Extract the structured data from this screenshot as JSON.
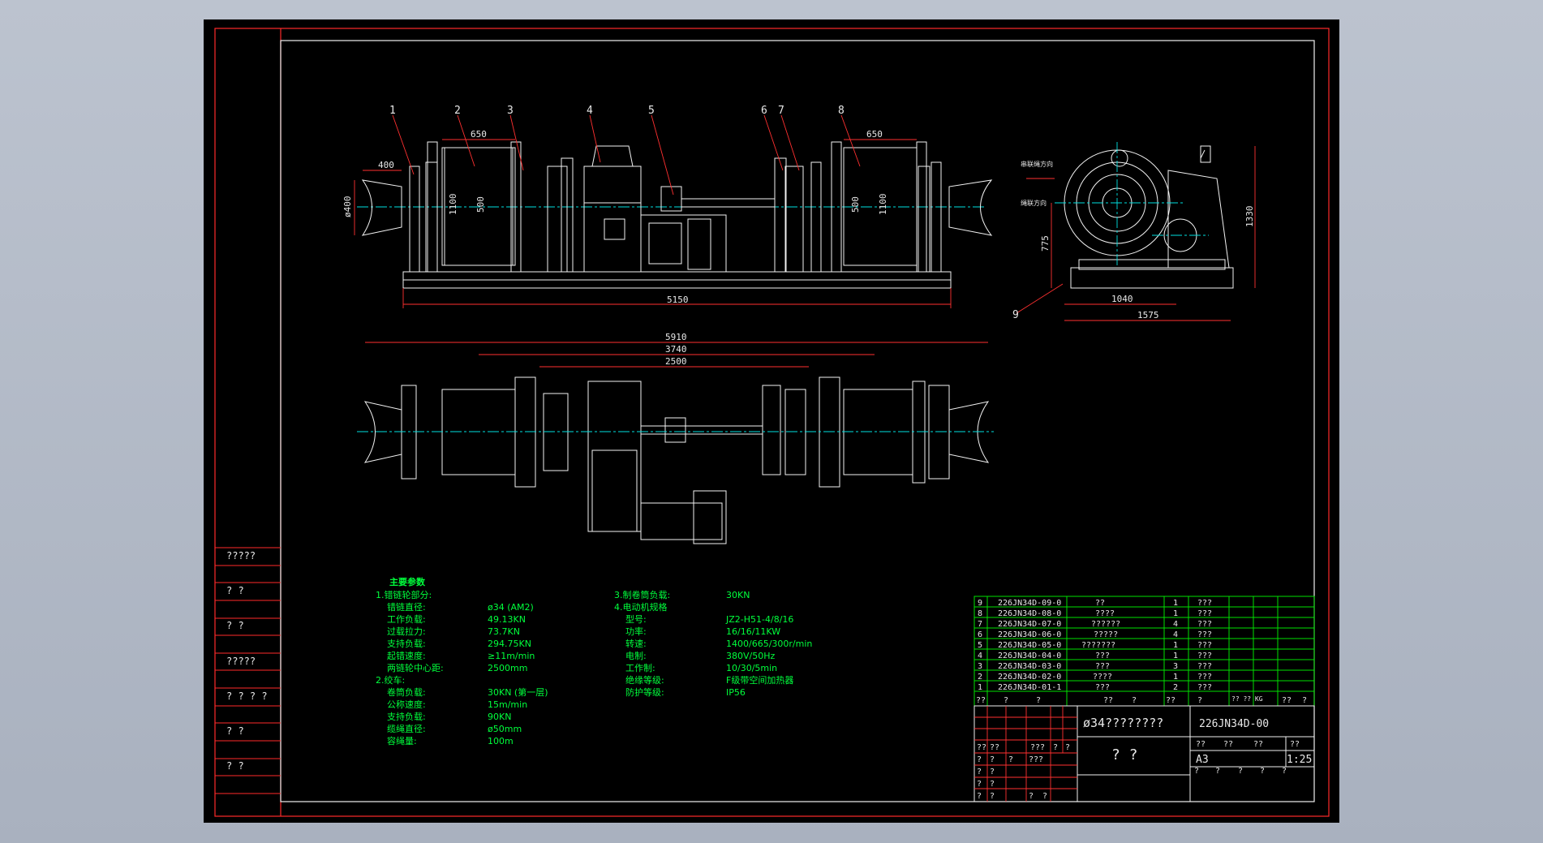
{
  "balloons": [
    "1",
    "2",
    "3",
    "4",
    "5",
    "6",
    "7",
    "8",
    "9"
  ],
  "dimensions": {
    "front": [
      "650",
      "650",
      "400",
      "1100",
      "500",
      "500",
      "1100",
      "ø400",
      "5150"
    ],
    "side": [
      "1330",
      "775",
      "1040",
      "1575"
    ],
    "side_labels": [
      "串联绳方向",
      "绳联方向"
    ],
    "plan": [
      "5910",
      "3740",
      "2500"
    ]
  },
  "parameters": {
    "heading": "主要参数",
    "left": [
      {
        "label": "1.错链轮部分:",
        "value": ""
      },
      {
        "label": "错链直径:",
        "value": "ø34 (AM2)"
      },
      {
        "label": "工作负载:",
        "value": "49.13KN"
      },
      {
        "label": "过载拉力:",
        "value": "73.7KN"
      },
      {
        "label": "支持负载:",
        "value": "294.75KN"
      },
      {
        "label": "起错速度:",
        "value": "≥11m/min"
      },
      {
        "label": "两链轮中心距:",
        "value": "2500mm"
      },
      {
        "label": "2.绞车:",
        "value": ""
      },
      {
        "label": "卷筒负载:",
        "value": "30KN (第一层)"
      },
      {
        "label": "公称速度:",
        "value": "15m/min"
      },
      {
        "label": "支持负载:",
        "value": "90KN"
      },
      {
        "label": "缆绳直径:",
        "value": "ø50mm"
      },
      {
        "label": "容绳量:",
        "value": "100m"
      }
    ],
    "right": [
      {
        "label": "3.制卷筒负载:",
        "value": "30KN"
      },
      {
        "label": "4.电动机规格",
        "value": ""
      },
      {
        "label": "型号:",
        "value": "JZ2-H51-4/8/16"
      },
      {
        "label": "功率:",
        "value": "16/16/11KW"
      },
      {
        "label": "转速:",
        "value": "1400/665/300r/min"
      },
      {
        "label": "电制:",
        "value": "380V/50Hz"
      },
      {
        "label": "工作制:",
        "value": "10/30/5min"
      },
      {
        "label": "绝缘等级:",
        "value": "F级带空间加热器"
      },
      {
        "label": "防护等级:",
        "value": "IP56"
      }
    ]
  },
  "sidebar_labels": [
    "?????",
    "?    ?",
    "?    ?",
    "?????",
    "? ? ? ?",
    "?    ?",
    "?    ?"
  ],
  "bom": {
    "rows": [
      {
        "no": "9",
        "code": "226JN34D-09-0",
        "name": "??",
        "qty": "1",
        "mat": "???"
      },
      {
        "no": "8",
        "code": "226JN34D-08-0",
        "name": "????",
        "qty": "1",
        "mat": "???"
      },
      {
        "no": "7",
        "code": "226JN34D-07-0",
        "name": "??????",
        "qty": "4",
        "mat": "???"
      },
      {
        "no": "6",
        "code": "226JN34D-06-0",
        "name": "?????",
        "qty": "4",
        "mat": "???"
      },
      {
        "no": "5",
        "code": "226JN34D-05-0",
        "name": "???????",
        "qty": "1",
        "mat": "???"
      },
      {
        "no": "4",
        "code": "226JN34D-04-0",
        "name": "???",
        "qty": "1",
        "mat": "???"
      },
      {
        "no": "3",
        "code": "226JN34D-03-0",
        "name": "???",
        "qty": "3",
        "mat": "???"
      },
      {
        "no": "2",
        "code": "226JN34D-02-0",
        "name": "????",
        "qty": "1",
        "mat": "???"
      },
      {
        "no": "1",
        "code": "226JN34D-01-1",
        "name": "???",
        "qty": "2",
        "mat": "???"
      }
    ],
    "header": [
      "??",
      "?",
      "?",
      "??",
      "?",
      "??",
      "?",
      "?? ?? KG",
      "??",
      "?"
    ]
  },
  "title_block": {
    "name": "ø34????????",
    "drawing_no": "226JN34D-00",
    "part_label": "?  ?",
    "sheet_size": "A3",
    "scale": "1:25",
    "cells_left": [
      "??",
      "??",
      "???",
      "?",
      "?",
      "?",
      "?",
      "?",
      "???",
      "?",
      "?",
      "?",
      "?",
      "?",
      "?",
      "?",
      "?"
    ],
    "cells_right": [
      "??",
      "??",
      "??",
      "??"
    ],
    "cells_bottom": [
      "?",
      "?",
      "?",
      "?",
      "?"
    ]
  }
}
